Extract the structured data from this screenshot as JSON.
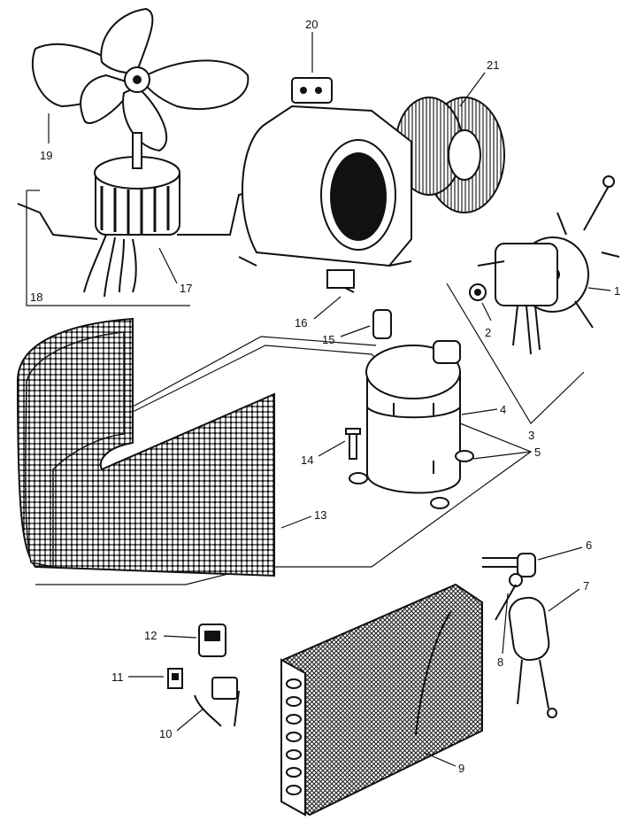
{
  "callouts": [
    {
      "id": "c1",
      "label": "1"
    },
    {
      "id": "c2",
      "label": "2"
    },
    {
      "id": "c3",
      "label": "3"
    },
    {
      "id": "c4",
      "label": "4"
    },
    {
      "id": "c5",
      "label": "5"
    },
    {
      "id": "c6",
      "label": "6"
    },
    {
      "id": "c7",
      "label": "7"
    },
    {
      "id": "c8",
      "label": "8"
    },
    {
      "id": "c9",
      "label": "9"
    },
    {
      "id": "c10",
      "label": "10"
    },
    {
      "id": "c11",
      "label": "11"
    },
    {
      "id": "c12",
      "label": "12"
    },
    {
      "id": "c13",
      "label": "13"
    },
    {
      "id": "c14",
      "label": "14"
    },
    {
      "id": "c15",
      "label": "15"
    },
    {
      "id": "c16",
      "label": "16"
    },
    {
      "id": "c17",
      "label": "17"
    },
    {
      "id": "c18",
      "label": "18"
    },
    {
      "id": "c19",
      "label": "19"
    },
    {
      "id": "c20",
      "label": "20"
    },
    {
      "id": "c21",
      "label": "21"
    }
  ],
  "parts": [
    {
      "ref": "1",
      "icon": "motor-icon"
    },
    {
      "ref": "2",
      "icon": "nut-icon"
    },
    {
      "ref": "3",
      "icon": "motor-assembly-icon"
    },
    {
      "ref": "4",
      "icon": "compressor-icon"
    },
    {
      "ref": "5",
      "icon": "grommet-icon"
    },
    {
      "ref": "6",
      "icon": "clip-icon"
    },
    {
      "ref": "7",
      "icon": "capacitor-icon"
    },
    {
      "ref": "8",
      "icon": "tube-icon"
    },
    {
      "ref": "9",
      "icon": "coil-icon"
    },
    {
      "ref": "10",
      "icon": "wire-harness-icon"
    },
    {
      "ref": "11",
      "icon": "bracket-icon"
    },
    {
      "ref": "12",
      "icon": "relay-icon"
    },
    {
      "ref": "13",
      "icon": "condenser-coil-icon"
    },
    {
      "ref": "14",
      "icon": "bolt-icon"
    },
    {
      "ref": "15",
      "icon": "capacitor-small-icon"
    },
    {
      "ref": "16",
      "icon": "blower-housing-icon"
    },
    {
      "ref": "17",
      "icon": "fan-motor-icon"
    },
    {
      "ref": "18",
      "icon": "fan-motor-assembly-icon"
    },
    {
      "ref": "19",
      "icon": "fan-blade-icon"
    },
    {
      "ref": "20",
      "icon": "block-icon"
    },
    {
      "ref": "21",
      "icon": "blower-wheel-icon"
    }
  ]
}
